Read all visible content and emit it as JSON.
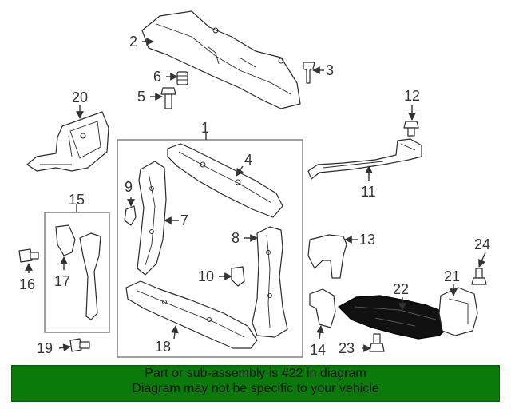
{
  "callouts": [
    "1",
    "2",
    "3",
    "4",
    "5",
    "6",
    "7",
    "8",
    "9",
    "10",
    "11",
    "12",
    "13",
    "14",
    "15",
    "16",
    "17",
    "18",
    "19",
    "20",
    "21",
    "22",
    "23",
    "24"
  ],
  "banner": {
    "line1": "Part or sub-assembly is #22 in diagram",
    "line2": "Diagram may not be specific to your vehicle",
    "color": "#0a7a0a"
  },
  "highlight_part": "22",
  "highlight_color": "#000000"
}
